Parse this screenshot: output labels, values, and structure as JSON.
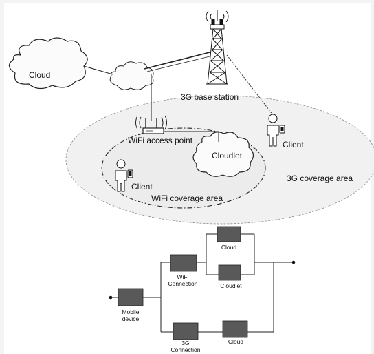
{
  "top": {
    "cloud_label": "Cloud",
    "base_station_label": "3G base station",
    "wifi_ap_label": "WiFi access point",
    "cloudlet_label": "Cloudlet",
    "client_right_label": "Client",
    "client_left_label": "Client",
    "coverage_3g_label": "3G coverage area",
    "coverage_wifi_label": "WiFi coverage area"
  },
  "bottom": {
    "cloud_top_label": "Cloud",
    "cloudlet_label": "Cloudlet",
    "wifi_conn_line1": "WiFi",
    "wifi_conn_line2": "Connection",
    "mobile_line1": "Mobile",
    "mobile_line2": "device",
    "conn3g_line1": "3G",
    "conn3g_line2": "Connection",
    "cloud_bottom_label": "Cloud"
  },
  "colors": {
    "block_fill": "#595959",
    "line": "#222222"
  },
  "icons": [
    "cloud-icon",
    "tower-icon",
    "router-icon",
    "person-icon",
    "phone-icon"
  ]
}
